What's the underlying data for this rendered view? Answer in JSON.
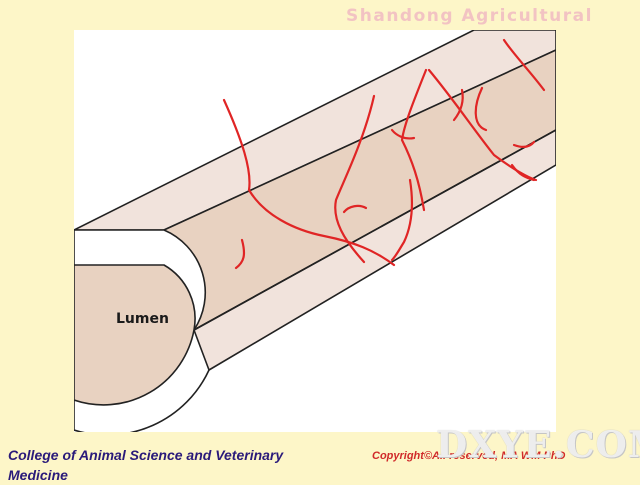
{
  "header": {
    "title": "Shandong Agricultural"
  },
  "diagram": {
    "lumen_label": "Lumen"
  },
  "footer": {
    "college": "College of Animal Science and Veterinary Medicine",
    "copyright": "Copyright©All reserved, MA WM PhD"
  },
  "watermark": {
    "text": "DXYE.COM"
  },
  "colors": {
    "background": "#fdf6c8",
    "wall": "#f1e3dc",
    "lumen": "#e8d2c1",
    "outline": "#222222",
    "spiral": "#e02525"
  }
}
